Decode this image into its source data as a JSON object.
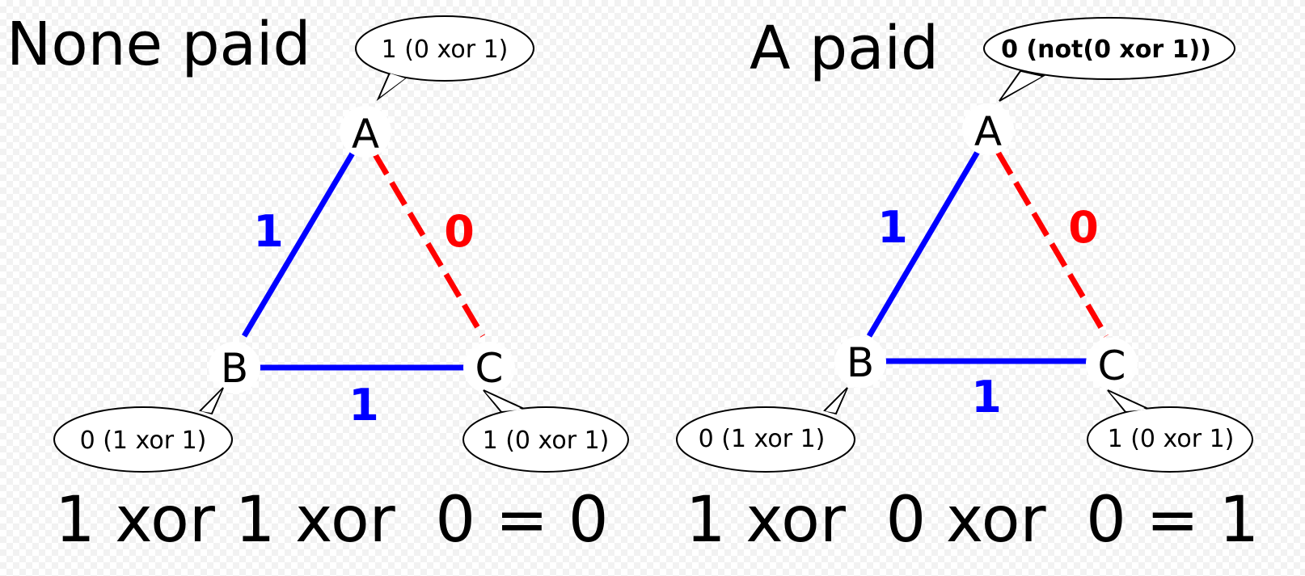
{
  "colors": {
    "blue": "#0000ff",
    "red": "#ff0000",
    "black": "#000000"
  },
  "panels": [
    {
      "title": "None paid",
      "nodes": {
        "a": "A",
        "b": "B",
        "c": "C"
      },
      "edges": {
        "ab": "1",
        "ac": "0",
        "bc": "1"
      },
      "bubbles": {
        "a": "1 (0 xor 1)",
        "b": "0 (1 xor 1)",
        "c": "1 (0 xor 1)"
      },
      "equation": "1 xor 1 xor  0 = 0"
    },
    {
      "title": "A paid",
      "nodes": {
        "a": "A",
        "b": "B",
        "c": "C"
      },
      "edges": {
        "ab": "1",
        "ac": "0",
        "bc": "1"
      },
      "bubbles": {
        "a": "0 (not(0 xor 1))",
        "b": "0 (1 xor 1)",
        "c": "1 (0 xor 1)"
      },
      "equation": "1 xor  0 xor  0 = 1"
    }
  ]
}
